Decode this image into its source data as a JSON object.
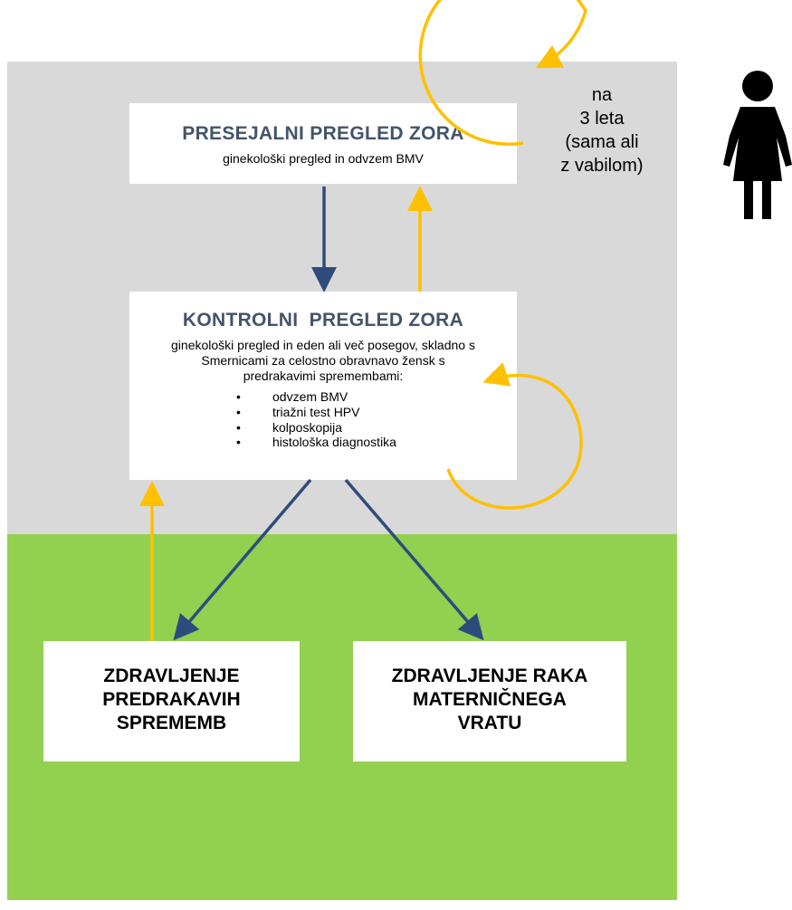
{
  "screening": {
    "title": "PRESEJALNI PREGLED ZORA",
    "subtitle": "ginekološki pregled in odvzem BMV"
  },
  "control": {
    "title": "KONTROLNI  PREGLED ZORA",
    "description_lines": [
      "ginekološki pregled in eden ali več posegov, skladno s",
      "Smernicami za celostno obravnavo žensk s",
      "predrakavimi spremembami:"
    ],
    "items": [
      "odvzem BMV",
      "triažni test HPV",
      "kolposkopija",
      "histološka diagnostika"
    ]
  },
  "treatment_precancer": {
    "lines": [
      "ZDRAVLJENJE",
      "PREDRAKAVIH",
      "SPREMEMB"
    ]
  },
  "treatment_cancer": {
    "lines": [
      "ZDRAVLJENJE RAKA",
      "MATERNIČNEGA",
      "VRATU"
    ]
  },
  "cycle": {
    "lines": [
      "na",
      "3 leta",
      "(sama ali",
      "z vabilom)"
    ]
  },
  "colors": {
    "gray_area": "#d9d9d9",
    "green_area": "#92d050",
    "blue_arrow": "#2f4b7c",
    "orange_arrow": "#ffc000",
    "title_blue": "#44546a",
    "woman_icon": "#000000"
  },
  "icons": [
    "woman-icon"
  ]
}
